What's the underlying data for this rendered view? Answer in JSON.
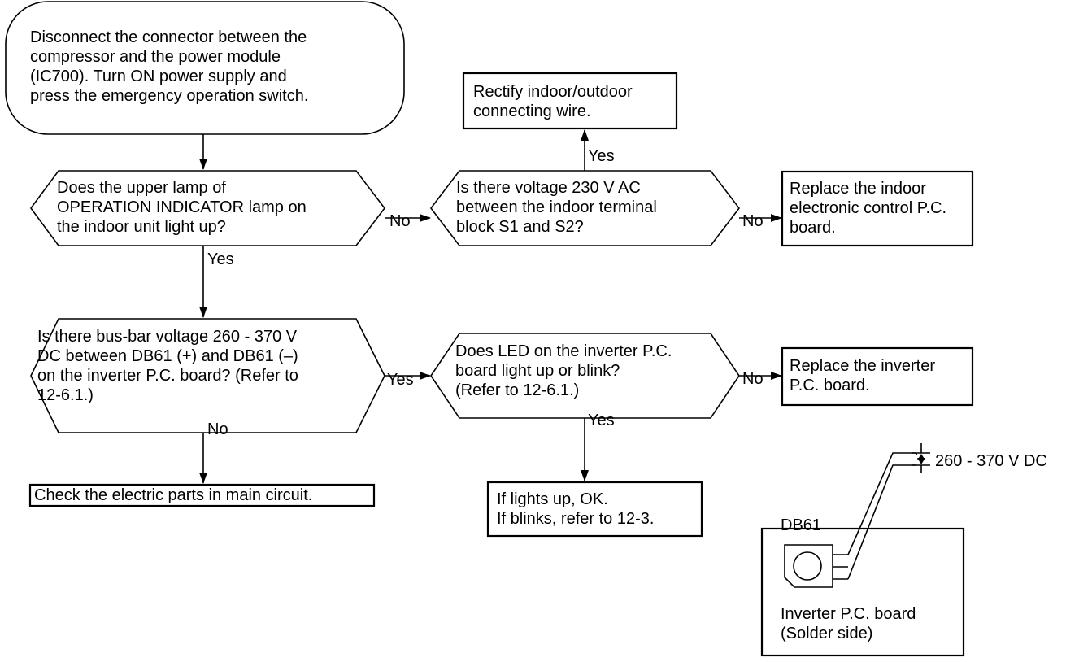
{
  "start": {
    "lines": [
      "Disconnect the connector between the",
      "compressor and the power module",
      "(IC700). Turn ON power supply and",
      "press the emergency operation switch."
    ]
  },
  "rectify": {
    "lines": [
      "Rectify indoor/outdoor",
      "connecting wire."
    ]
  },
  "decision_lamp": {
    "lines": [
      "Does the upper lamp of",
      "OPERATION INDICATOR lamp on",
      "the indoor unit light up?"
    ]
  },
  "decision_voltage_ac": {
    "lines": [
      "Is there voltage 230 V AC",
      "between the indoor terminal",
      "block S1 and S2?"
    ]
  },
  "replace_indoor": {
    "lines": [
      "Replace the indoor",
      "electronic control P.C.",
      "board."
    ]
  },
  "decision_busbar": {
    "lines": [
      "Is there bus-bar voltage 260 - 370 V",
      "DC between DB61 (+) and DB61 (–)",
      "on the inverter P.C. board? (Refer to",
      "12-6.1.)"
    ]
  },
  "decision_led": {
    "lines": [
      "Does LED on the inverter P.C.",
      "board light up or blink?",
      "(Refer to 12-6.1.)"
    ]
  },
  "replace_inverter": {
    "lines": [
      "Replace the inverter",
      "P.C. board."
    ]
  },
  "check_parts": {
    "lines": [
      "Check the electric parts in main circuit."
    ]
  },
  "result_led": {
    "lines": [
      "If lights up, OK.",
      "If blinks, refer to 12-3."
    ]
  },
  "labels": {
    "yes_rectify": "Yes",
    "no_lamp": "No",
    "no_voltage": "No",
    "yes_lamp": "Yes",
    "yes_busbar": "Yes",
    "no_led": "No",
    "no_busbar": "No",
    "yes_led": "Yes"
  },
  "detail": {
    "voltage_label": "260 - 370 V DC",
    "component_label": "DB61",
    "board_lines": [
      "Inverter P.C. board",
      "(Solder side)"
    ]
  }
}
